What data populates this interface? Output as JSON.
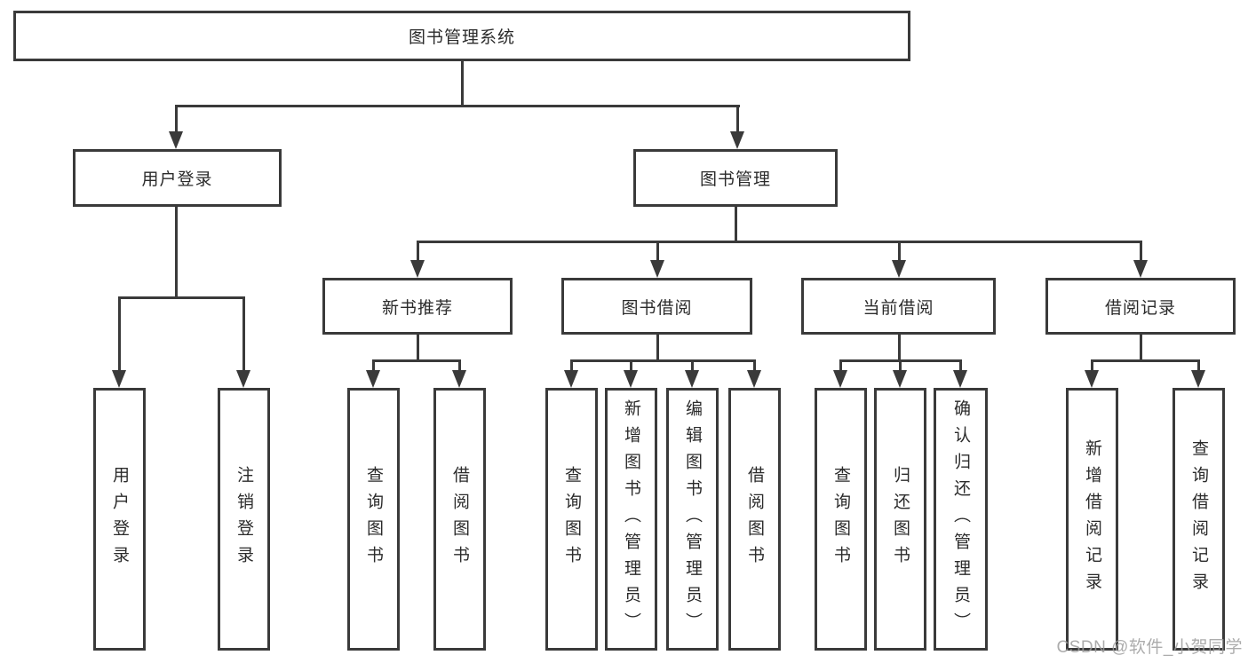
{
  "diagram": {
    "type": "hierarchy-flowchart",
    "colors": {
      "line": "#3a3a3a",
      "box_border": "#3a3a3a",
      "box_background": "#ffffff",
      "text": "#2b2b2b",
      "watermark": "#9e9e9e"
    },
    "tree": {
      "root": "图书管理系统",
      "children": [
        {
          "label": "用户登录",
          "children": [
            "用户登录",
            "注销登录"
          ]
        },
        {
          "label": "图书管理",
          "children": [
            {
              "label": "新书推荐",
              "children": [
                "查询图书",
                "借阅图书"
              ]
            },
            {
              "label": "图书借阅",
              "children": [
                "查询图书",
                "新增图书（管理员）",
                "编辑图书（管理员）",
                "借阅图书"
              ]
            },
            {
              "label": "当前借阅",
              "children": [
                "查询图书",
                "归还图书",
                "确认归还（管理员）"
              ]
            },
            {
              "label": "借阅记录",
              "children": [
                "新增借阅记录",
                "查询借阅记录"
              ]
            }
          ]
        }
      ]
    },
    "watermark": {
      "text": "CSDN @软件_小贺同学"
    }
  }
}
